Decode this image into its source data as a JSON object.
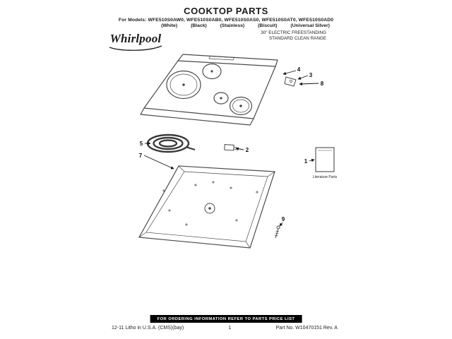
{
  "page": {
    "title": "COOKTOP PARTS",
    "models_line": "For Models: WFE510S0AW0, WFE510S0AB0, WFE510S0AS0, WFE510S0AT0, WFE510S0AD0",
    "finishes": [
      "(White)",
      "(Black)",
      "(Stainless)",
      "(Biscuit)",
      "(Universal Silver)"
    ],
    "brand": "Whirlpool",
    "range_type_line1": "30\" ELECTRIC FREESTANDING",
    "range_type_line2": "STANDARD CLEAN RANGE"
  },
  "diagram": {
    "callouts": {
      "c1": "1",
      "c2": "2",
      "c3": "3",
      "c4": "4",
      "c5": "5",
      "c7": "7",
      "c8": "8",
      "c9": "9"
    },
    "literature_caption": "Literature Parts"
  },
  "footer": {
    "ordering_notice": "FOR ORDERING INFORMATION REFER TO PARTS PRICE LIST",
    "litho": "12-11 Litho in U.S.A. (CMS)(bay)",
    "page_number": "1",
    "part_no": "Part No. W10470151 Rev. A"
  },
  "colors": {
    "ink": "#1a1a1a",
    "notice_bg": "#000000"
  }
}
